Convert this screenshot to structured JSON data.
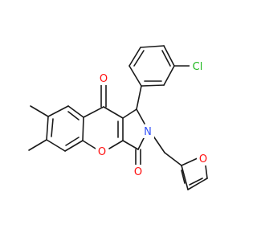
{
  "atoms": {
    "carbonyl_o_top": {
      "label": "O",
      "color": "#ff0d0d"
    },
    "ring_o": {
      "label": "O",
      "color": "#ff0d0d"
    },
    "carbonyl_o_lactam": {
      "label": "O",
      "color": "#ff0d0d"
    },
    "furan_o": {
      "label": "O",
      "color": "#ff0d0d"
    },
    "nitrogen": {
      "label": "N",
      "color": "#3050f8"
    },
    "chlorine": {
      "label": "Cl",
      "color": "#1fb81f"
    }
  }
}
